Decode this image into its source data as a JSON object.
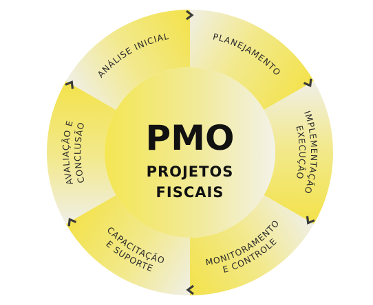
{
  "diagram": {
    "center": {
      "title": "PMO",
      "subtitle_line1": "PROJETOS",
      "subtitle_line2": "FISCAIS"
    },
    "segments": [
      {
        "label_line1": "PLANEJAMENTO",
        "label_line2": ""
      },
      {
        "label_line1": "IMPLEMENTAÇÃO",
        "label_line2": "EXECUÇÃO"
      },
      {
        "label_line1": "MONITORAMENTO",
        "label_line2": "E CONTROLE"
      },
      {
        "label_line1": "CAPACITAÇÃO",
        "label_line2": "E SUPORTE"
      },
      {
        "label_line1": "AVALIAÇÃO E",
        "label_line2": "CONCLUSÃO"
      },
      {
        "label_line1": "ANÁLISE INICIAL",
        "label_line2": ""
      }
    ],
    "colors": {
      "yellow": "#f3e24a",
      "pale": "#f0efe6",
      "center_yellow": "#f4e653",
      "center_pale": "#f3f2e8",
      "text": "#2b2b2b",
      "arrow": "#3a3a3a"
    }
  }
}
